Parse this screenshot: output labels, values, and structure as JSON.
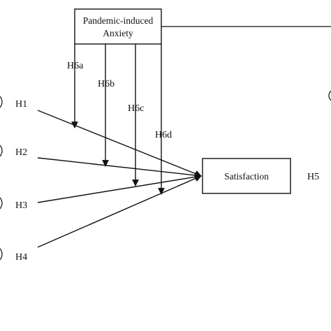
{
  "nodes": {
    "moderator": {
      "line1": "Pandemic-induced",
      "line2": "Anxiety"
    },
    "outcome": {
      "label": "Satisfaction"
    }
  },
  "hypotheses": {
    "h1": "H1",
    "h2": "H2",
    "h3": "H3",
    "h4": "H4",
    "h5": "H5",
    "h6a": "H6a",
    "h6b": "H6b",
    "h6c": "H6c",
    "h6d": "H6d"
  },
  "colors": {
    "line": "#111111",
    "background": "#ffffff"
  }
}
